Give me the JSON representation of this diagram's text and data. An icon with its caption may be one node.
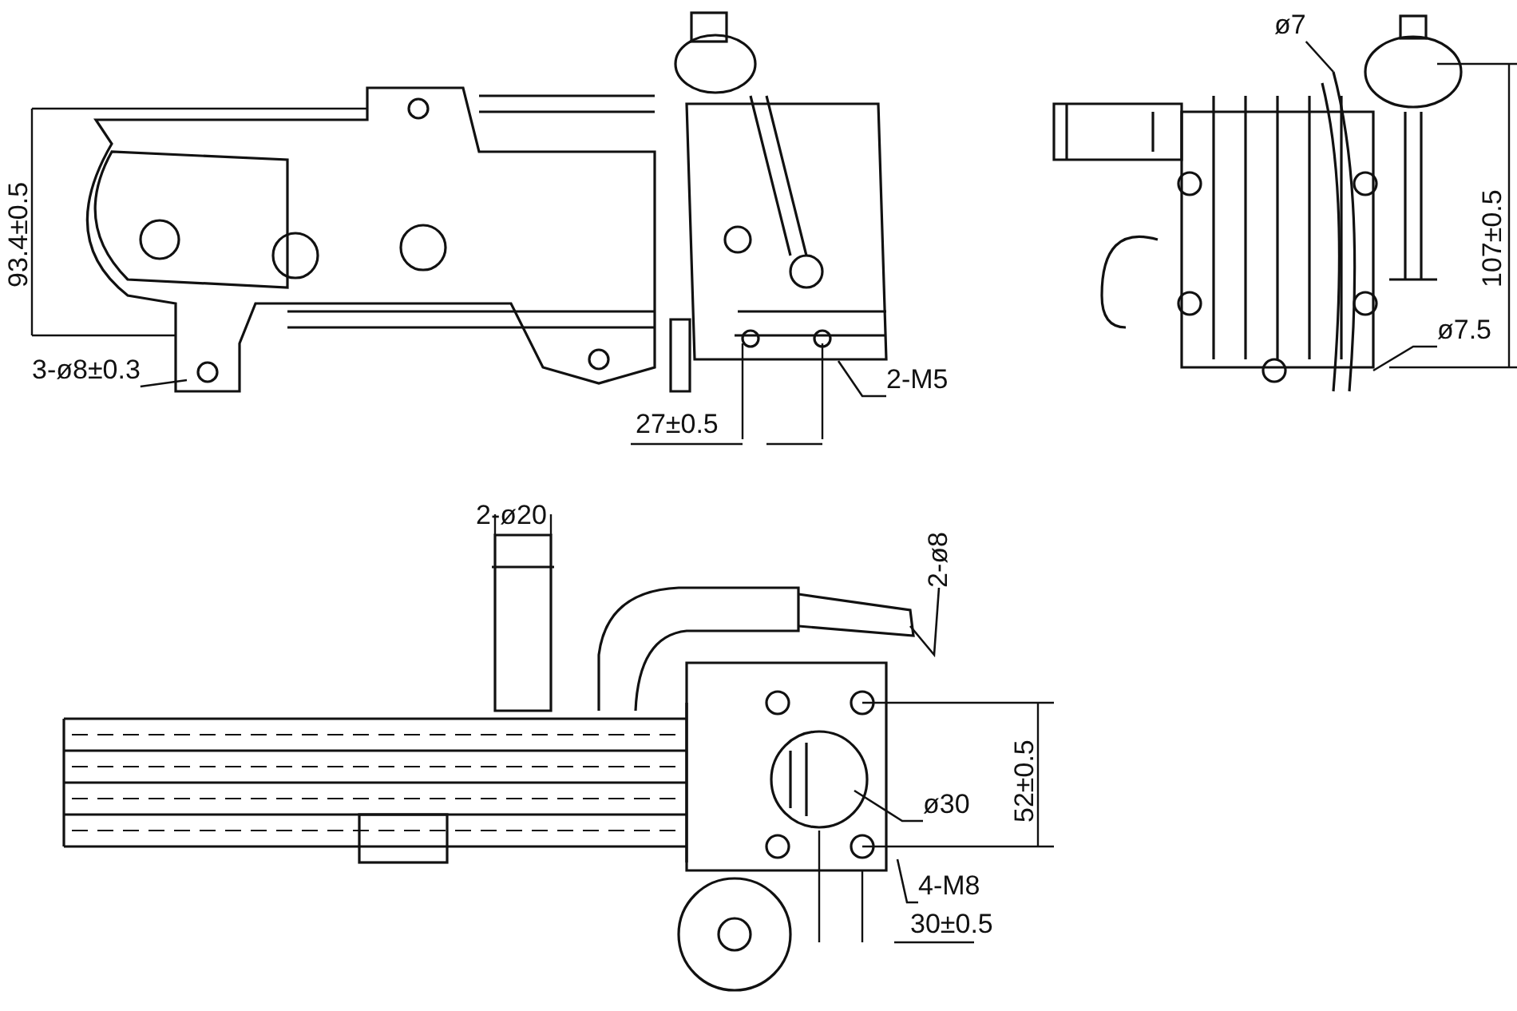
{
  "diagram": {
    "nodes": [
      {
        "text": [
          "3-ø8±0.3"
        ]
      },
      {
        "text": [
          "2-M5"
        ]
      },
      {
        "text": [
          "ø7"
        ]
      },
      {
        "text": [
          "ø7.5"
        ]
      },
      {
        "text": [
          "ø30"
        ]
      },
      {
        "text": [
          "4-M8"
        ]
      },
      {
        "text": [
          "2-ø8"
        ]
      }
    ],
    "edges": [
      {
        "from": 0,
        "to": null,
        "arrow": "none"
      },
      {
        "from": 1,
        "to": null,
        "arrow": "none"
      },
      {
        "from": 2,
        "to": null,
        "arrow": "none"
      },
      {
        "from": 3,
        "to": null,
        "arrow": "none"
      },
      {
        "from": 4,
        "to": null,
        "arrow": "none"
      },
      {
        "from": 5,
        "to": null,
        "arrow": "none"
      },
      {
        "from": 6,
        "to": null,
        "arrow": "none"
      }
    ],
    "labels": [
      "93.4±0.5",
      "27±0.5",
      "107±0.5",
      "2-ø20",
      "52±0.5",
      "30±0.5"
    ]
  }
}
